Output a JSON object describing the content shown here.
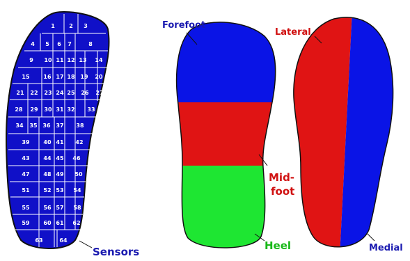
{
  "colors": {
    "sensor_sole": "#1010c8",
    "forefoot_region": "#0a14e6",
    "midfoot_region": "#e01414",
    "heel_region": "#1ee632",
    "lateral_region": "#e01414",
    "medial_region": "#0a14e6",
    "outline": "#111111",
    "grid_line": "#ffffff",
    "sensors_label": "#1a1ab0",
    "forefoot_label": "#1a1ab0",
    "lateral_label": "#d01010",
    "midfoot_label": "#d01010",
    "heel_label": "#18b818",
    "medial_label": "#1a1ab0"
  },
  "labels": {
    "sensors": "Sensors",
    "forefoot": "Forefoot",
    "lateral": "Lateral",
    "midfoot_line1": "Mid-",
    "midfoot_line2": "foot",
    "heel": "Heel",
    "medial": "Medial"
  },
  "sensors": [
    "1",
    "2",
    "3",
    "4",
    "5",
    "6",
    "7",
    "8",
    "9",
    "10",
    "11",
    "12",
    "13",
    "14",
    "15",
    "16",
    "17",
    "18",
    "19",
    "20",
    "21",
    "22",
    "23",
    "24",
    "25",
    "26",
    "27",
    "28",
    "29",
    "30",
    "31",
    "32",
    "33",
    "34",
    "35",
    "36",
    "37",
    "38",
    "39",
    "40",
    "41",
    "42",
    "43",
    "44",
    "45",
    "46",
    "47",
    "48",
    "49",
    "50",
    "51",
    "52",
    "53",
    "54",
    "55",
    "56",
    "57",
    "58",
    "59",
    "60",
    "61",
    "62",
    "63",
    "64"
  ]
}
